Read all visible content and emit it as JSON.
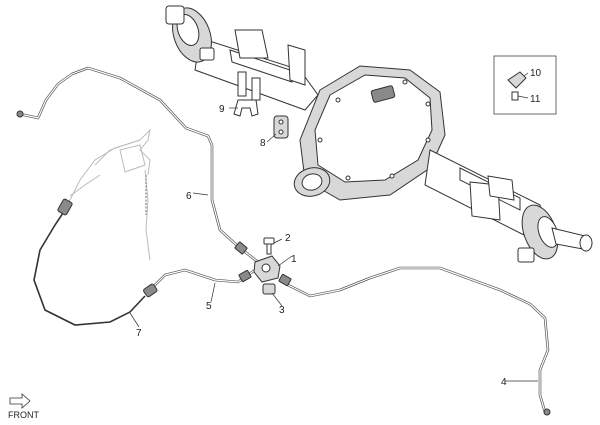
{
  "diagram": {
    "callouts": [
      {
        "id": "1",
        "label": "1"
      },
      {
        "id": "2",
        "label": "2"
      },
      {
        "id": "3",
        "label": "3"
      },
      {
        "id": "4",
        "label": "4"
      },
      {
        "id": "5",
        "label": "5"
      },
      {
        "id": "6",
        "label": "6"
      },
      {
        "id": "7",
        "label": "7"
      },
      {
        "id": "8",
        "label": "8"
      },
      {
        "id": "9",
        "label": "9"
      },
      {
        "id": "10",
        "label": "10"
      },
      {
        "id": "11",
        "label": "11"
      }
    ],
    "front_label": "FRONT"
  }
}
